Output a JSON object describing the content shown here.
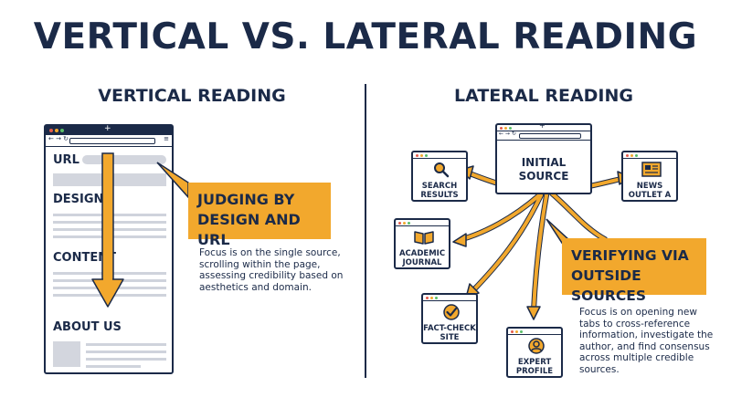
{
  "title": "VERTICAL VS. LATERAL READING",
  "vertical": {
    "heading": "VERTICAL READING",
    "browser_labels": {
      "url": "URL",
      "design": "DESIGN",
      "content": "CONTENT",
      "about": "ABOUT US"
    },
    "callout": "JUDGING BY\nDESIGN AND URL",
    "description": "Focus is on the single source, scrolling within the page, assessing credibility based on aesthetics and domain."
  },
  "lateral": {
    "heading": "LATERAL READING",
    "center": "INITIAL\nSOURCE",
    "nodes": {
      "search": "SEARCH\nRESULTS",
      "news": "NEWS\nOUTLET A",
      "academic": "ACADEMIC\nJOURNAL",
      "factcheck": "FACT-CHECK\nSITE",
      "expert": "EXPERT\nPROFILE"
    },
    "callout": "VERIFYING VIA\nOUTSIDE SOURCES",
    "description": "Focus is on opening new tabs to cross-reference information, investigate the author, and find consensus across multiple credible sources."
  },
  "colors": {
    "navy": "#1b2a48",
    "accent": "#f2a82d",
    "gray": "#d3d6de"
  },
  "icons": {
    "search": "magnifier-icon",
    "news": "newspaper-icon",
    "academic": "open-book-icon",
    "factcheck": "check-badge-icon",
    "expert": "person-icon"
  }
}
